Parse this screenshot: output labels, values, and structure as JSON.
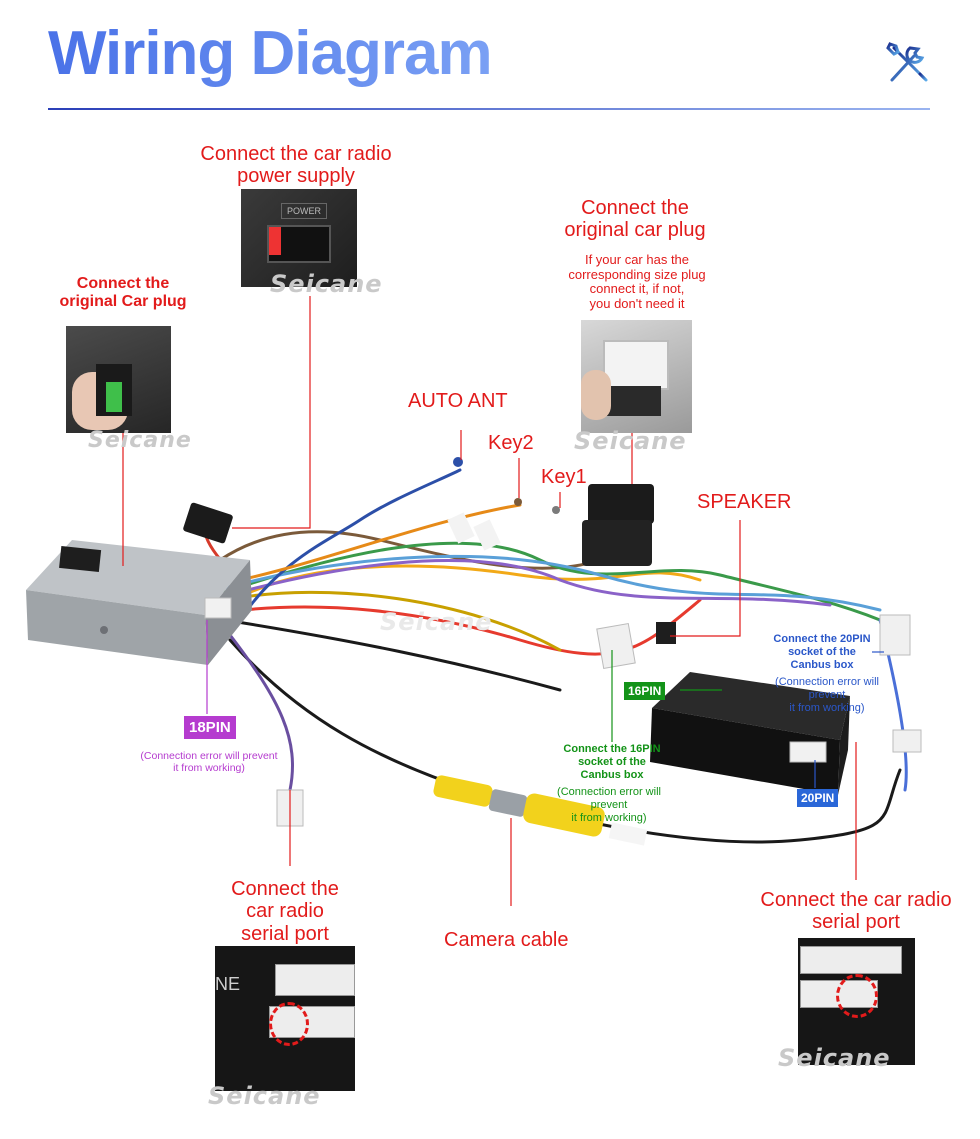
{
  "title": "Wiring Diagram",
  "icon": "tools-icon",
  "labels": {
    "power_supply": "Connect the car radio\npower supply",
    "orig_car_plug_left": "Connect the\noriginal Car plug",
    "orig_car_plug_right": "Connect the\noriginal car plug",
    "orig_car_plug_note": "If your car has the\ncorresponding size plug\nconnect it, if not,\nyou don't need it",
    "auto_ant": "AUTO ANT",
    "key2": "Key2",
    "key1": "Key1",
    "speaker": "SPEAKER",
    "canbus20_title": "Connect the 20PIN\nsocket of the\nCanbus box",
    "canbus20_note": "(Connection error will prevent\nit from working)",
    "pin16": "16PIN",
    "pin18": "18PIN",
    "pin20": "20PIN",
    "pin18_note": "(Connection error will prevent\nit from working)",
    "canbus16_title": "Connect the 16PIN\nsocket of the\nCanbus box",
    "canbus16_note": "(Connection error will prevent\nit from working)",
    "serial_left": "Connect the\ncar radio\nserial port",
    "camera_cable": "Camera cable",
    "serial_right": "Connect the car radio\nserial port",
    "watermark": "Seicane",
    "power_label": "POWER"
  },
  "colors": {
    "title_start": "#4a72e8",
    "title_end": "#7aa0f4",
    "red": "#e21b1b",
    "blue": "#2a57c9",
    "green": "#139318",
    "purple": "#b53bcf"
  }
}
